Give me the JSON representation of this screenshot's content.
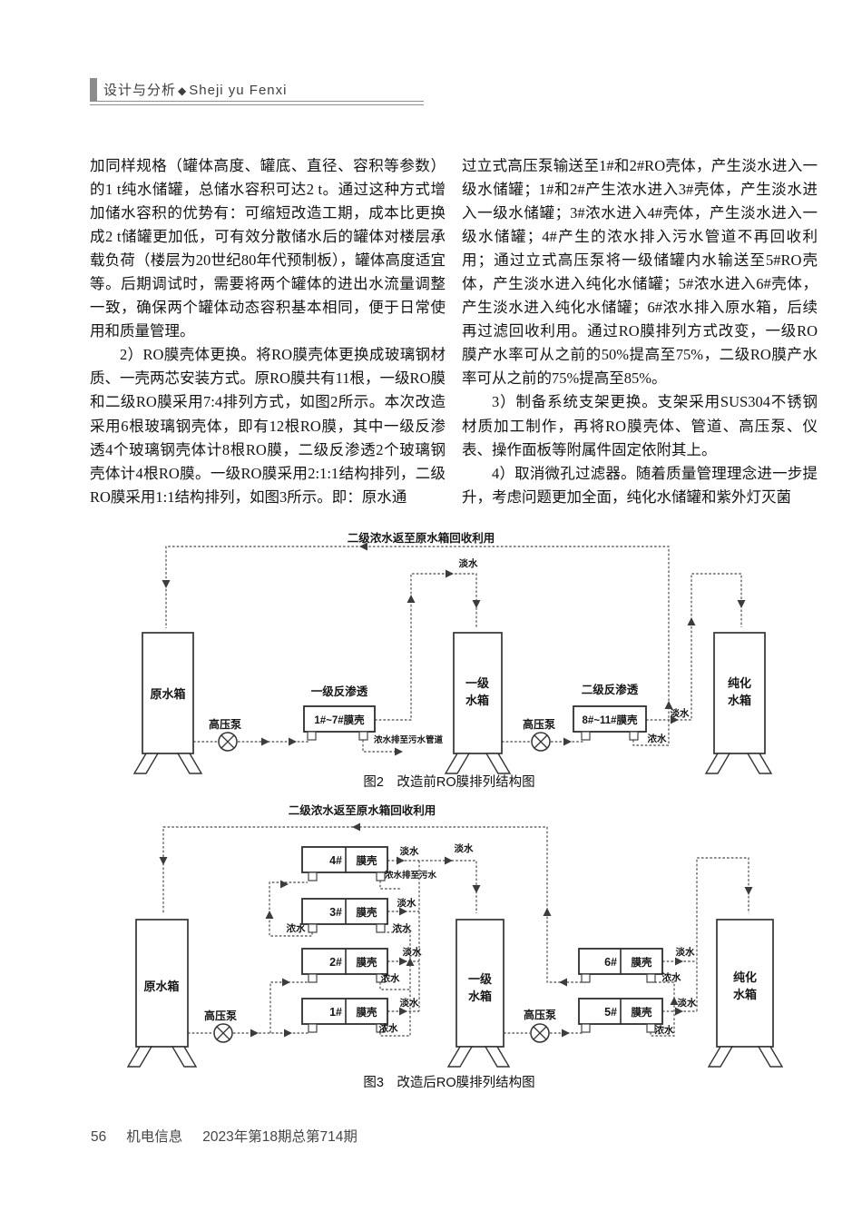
{
  "header": {
    "title_cn": "设计与分析",
    "separator": "◆",
    "title_pinyin": "Sheji  yu Fenxi"
  },
  "columns": {
    "left": {
      "p1": "加同样规格（罐体高度、罐底、直径、容积等参数）的1 t纯水储罐，总储水容积可达2 t。通过这种方式增加储水容积的优势有：可缩短改造工期，成本比更换成2 t储罐更加低，可有效分散储水后的罐体对楼层承载负荷（楼层为20世纪80年代预制板），罐体高度适宜等。后期调试时，需要将两个罐体的进出水流量调整一致，确保两个罐体动态容积基本相同，便于日常使用和质量管理。",
      "p2": "2）RO膜壳体更换。将RO膜壳体更换成玻璃钢材质、一壳两芯安装方式。原RO膜共有11根，一级RO膜和二级RO膜采用7:4排列方式，如图2所示。本次改造采用6根玻璃钢壳体，即有12根RO膜，其中一级反渗透4个玻璃钢壳体计8根RO膜，二级反渗透2个玻璃钢壳体计4根RO膜。一级RO膜采用2:1:1结构排列，二级RO膜采用1:1结构排列，如图3所示。即：原水通"
    },
    "right": {
      "p1": "过立式高压泵输送至1#和2#RO壳体，产生淡水进入一级水储罐；1#和2#产生浓水进入3#壳体，产生淡水进入一级水储罐；3#浓水进入4#壳体，产生淡水进入一级水储罐；4#产生的浓水排入污水管道不再回收利用；通过立式高压泵将一级储罐内水输送至5#RO壳体，产生淡水进入纯化水储罐；5#浓水进入6#壳体，产生淡水进入纯化水储罐；6#浓水排入原水箱，后续再过滤回收利用。通过RO膜排列方式改变，一级RO膜产水率可从之前的50%提高至75%，二级RO膜产水率可从之前的75%提高至85%。",
      "p2": "3）制备系统支架更换。支架采用SUS304不锈钢材质加工制作，再将RO膜壳体、管道、高压泵、仪表、操作面板等附属件固定依附其上。",
      "p3": "4）取消微孔过滤器。随着质量管理理念进一步提升，考虑问题更加全面，纯化水储罐和紫外灯灭菌"
    }
  },
  "figure2": {
    "banner": "二级浓水返至原水箱回收利用",
    "caption": "图2　改造前RO膜排列结构图",
    "raw_tank": "原水箱",
    "pump": "高压泵",
    "stage1_title": "一级反渗透",
    "stage1_box": "1#~7#膜壳",
    "stage2_title": "二级反渗透",
    "stage2_box": "8#~11#膜壳",
    "drain_label": "浓水排至污水管道",
    "fresh": "淡水",
    "conc": "浓水",
    "mid_tank_l1": "一级",
    "mid_tank_l2": "水箱",
    "pure_tank_l1": "纯化",
    "pure_tank_l2": "水箱"
  },
  "figure3": {
    "banner": "二级浓水返至原水箱回收利用",
    "caption": "图3　改造后RO膜排列结构图",
    "raw_tank": "原水箱",
    "pump": "高压泵",
    "shell": "膜壳",
    "box1": "1#",
    "box2": "2#",
    "box3": "3#",
    "box4": "4#",
    "box5": "5#",
    "box6": "6#",
    "drain_label": "浓水排至污水",
    "fresh": "淡水",
    "conc": "浓水",
    "mid_tank_l1": "一级",
    "mid_tank_l2": "水箱",
    "pure_tank_l1": "纯化",
    "pure_tank_l2": "水箱"
  },
  "footer": {
    "page_number": "56",
    "journal": "机电信息",
    "issue": "2023年第18期总第714期"
  }
}
